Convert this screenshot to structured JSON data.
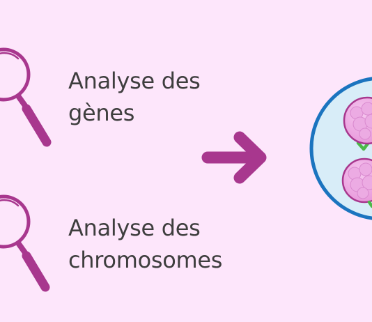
{
  "labels": {
    "genes": [
      "Analyse des",
      "gènes"
    ],
    "chromosomes": [
      "Analyse des",
      "chromosomes"
    ]
  },
  "icons": {
    "top": "magnifying-glass-icon",
    "bottom": "magnifying-glass-icon",
    "arrow": "arrow-right-icon",
    "dish": "petri-dish-icon",
    "embryo": "embryo-icon",
    "check": "checkmark-icon"
  },
  "colors": {
    "background": "#fde6fb",
    "magnifier": "#a8378e",
    "arrow": "#a8378e",
    "dish_fill": "#d8edf8",
    "dish_border": "#1b74bf",
    "embryo": "#ec9fe1",
    "check": "#4cb848",
    "text": "#3e3e3e"
  }
}
